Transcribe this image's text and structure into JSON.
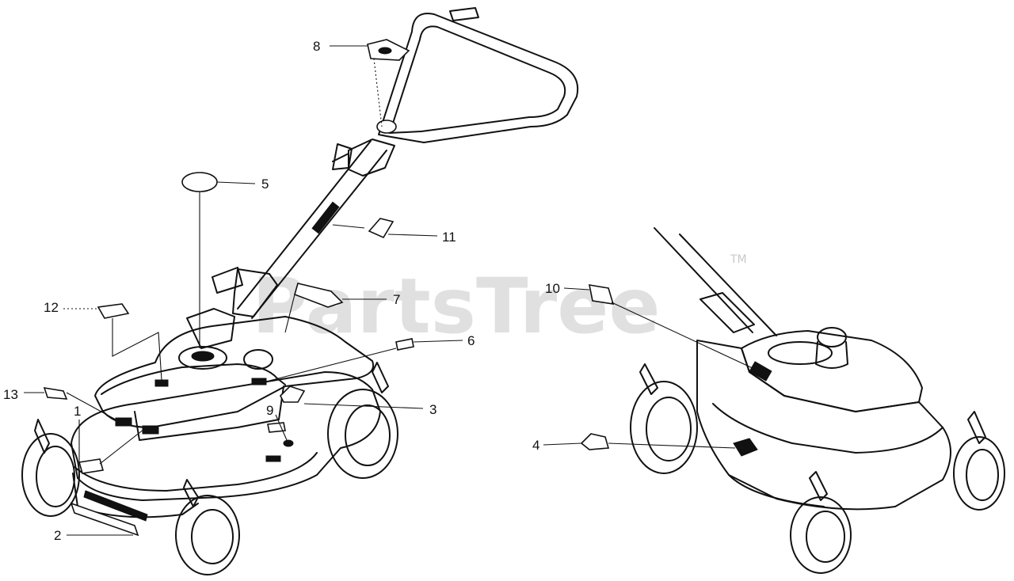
{
  "watermark": {
    "text": "PartsTree",
    "trademark": "TM"
  },
  "callouts": {
    "c1": "1",
    "c2": "2",
    "c3": "3",
    "c4": "4",
    "c5": "5",
    "c6": "6",
    "c7": "7",
    "c8": "8",
    "c9": "9",
    "c10": "10",
    "c11": "11",
    "c12": "12",
    "c13": "13"
  }
}
